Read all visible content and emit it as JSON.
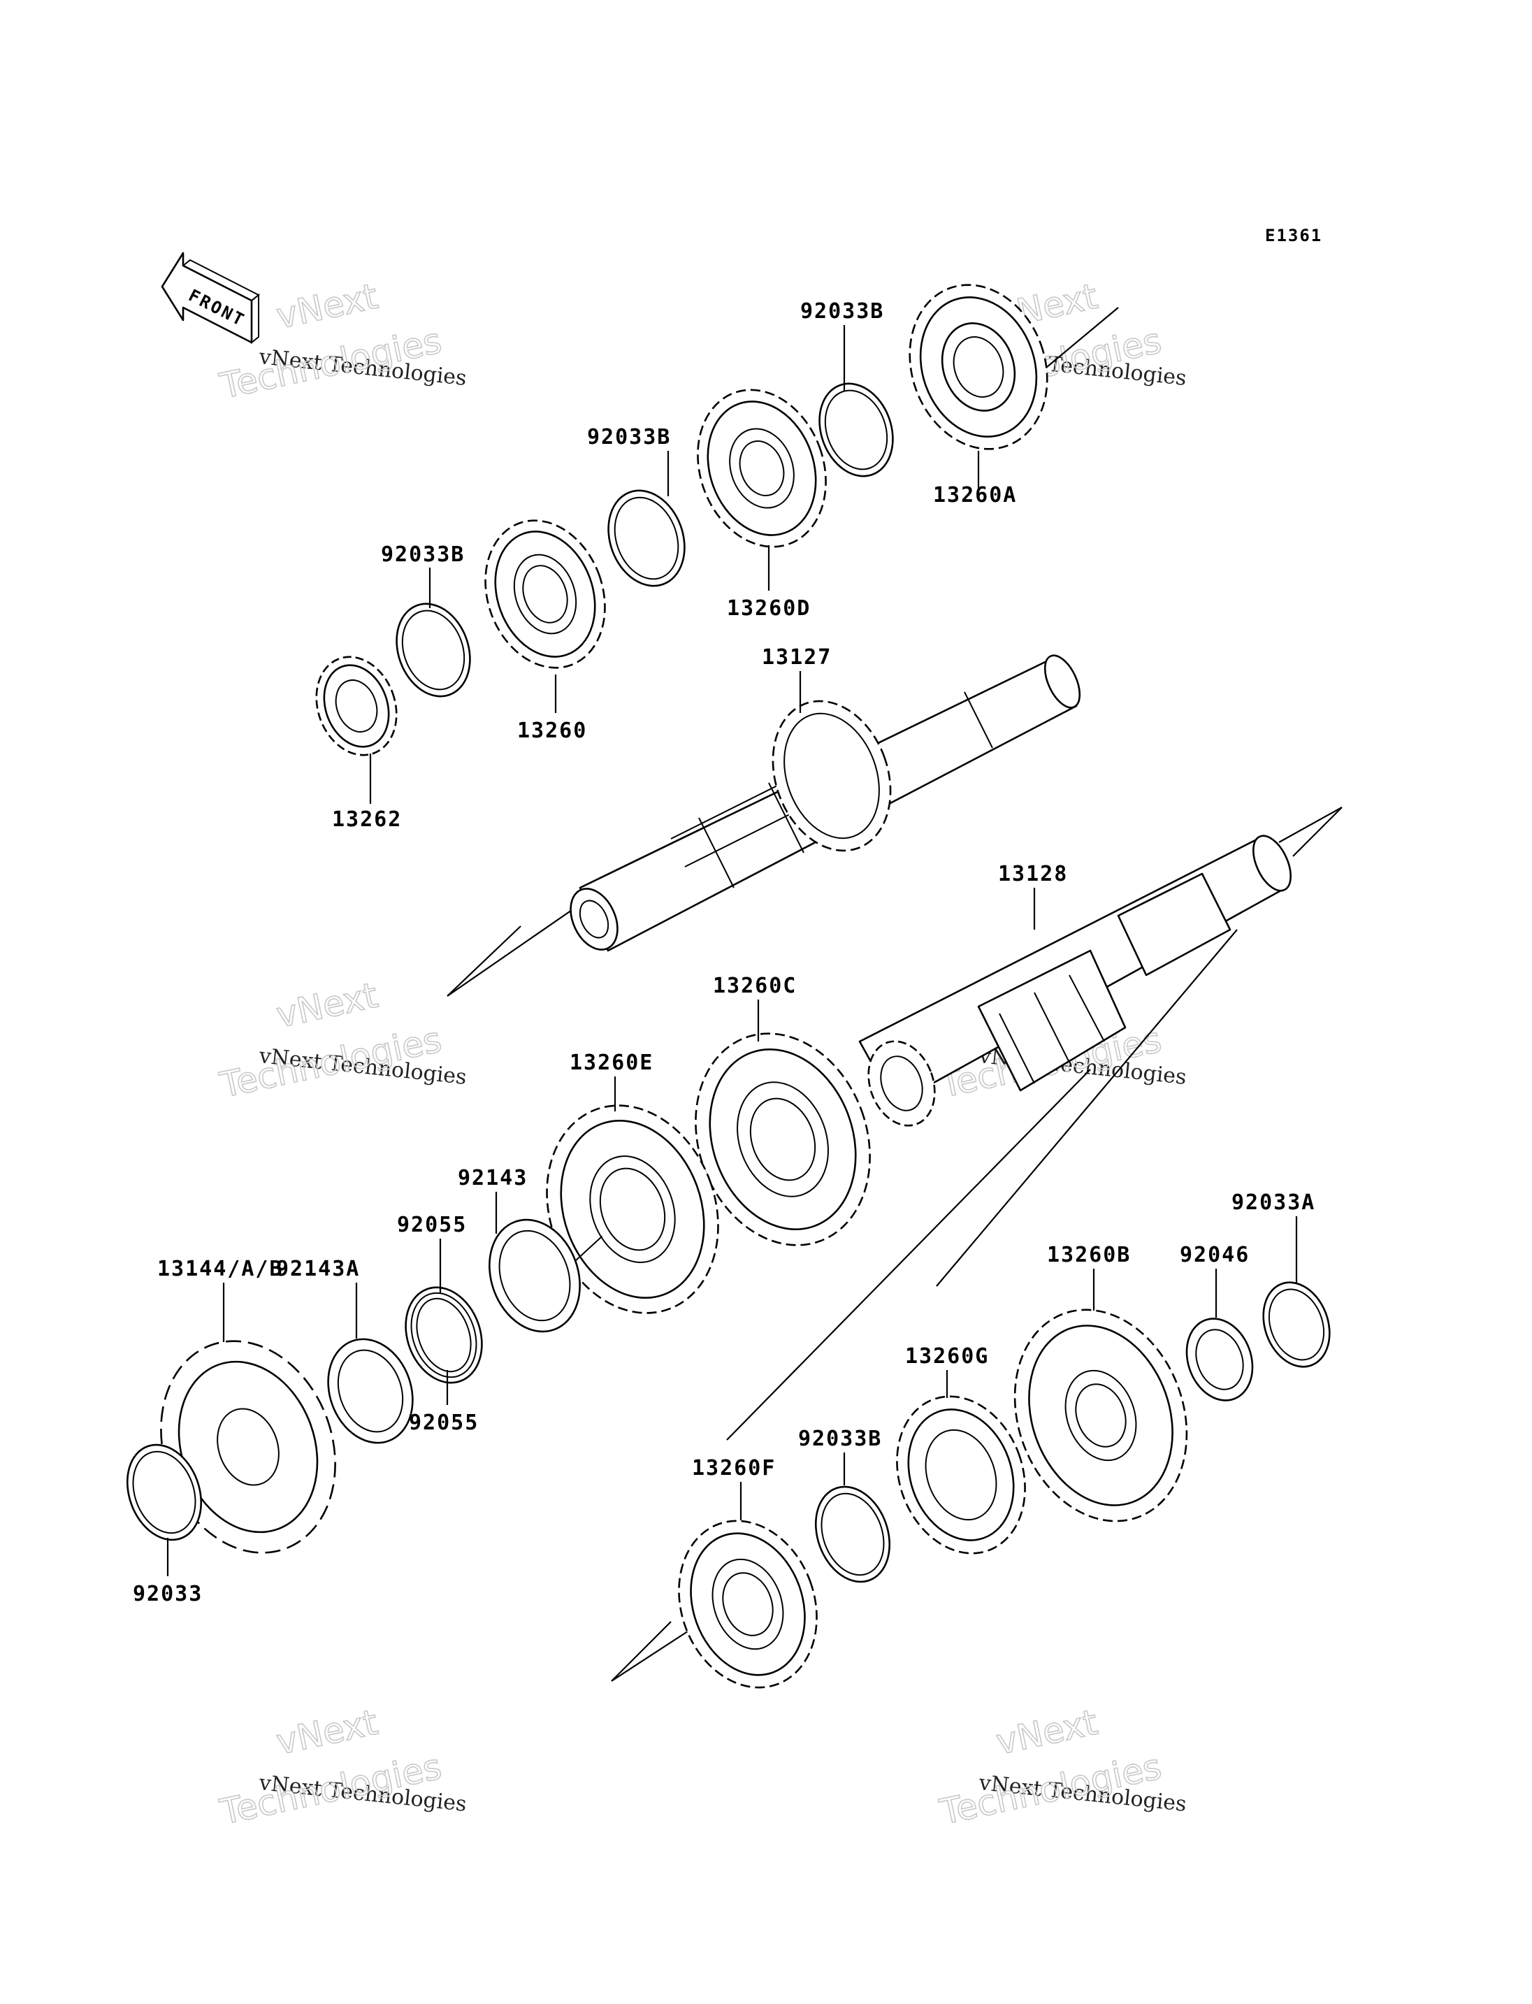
{
  "diagram": {
    "code": "E1361",
    "front_label": "FRONT",
    "watermark": {
      "line1": "vNext",
      "line2": "vNext Technologies",
      "line3": "Technologies"
    },
    "labels": {
      "p92033B_1": "92033B",
      "p13260A": "13260A",
      "p92033B_2": "92033B",
      "p13260D": "13260D",
      "p92033B_3": "92033B",
      "p13260": "13260",
      "p13262": "13262",
      "p13127": "13127",
      "p13128": "13128",
      "p13260C": "13260C",
      "p13260E": "13260E",
      "p92143": "92143",
      "p92055_top": "92055",
      "p92143A": "92143A",
      "p13144": "13144/A/B",
      "p92055_bot": "92055",
      "p92033": "92033",
      "p13260B": "13260B",
      "p92046": "92046",
      "p92033A": "92033A",
      "p13260G": "13260G",
      "p92033B_4": "92033B",
      "p13260F": "13260F"
    }
  }
}
